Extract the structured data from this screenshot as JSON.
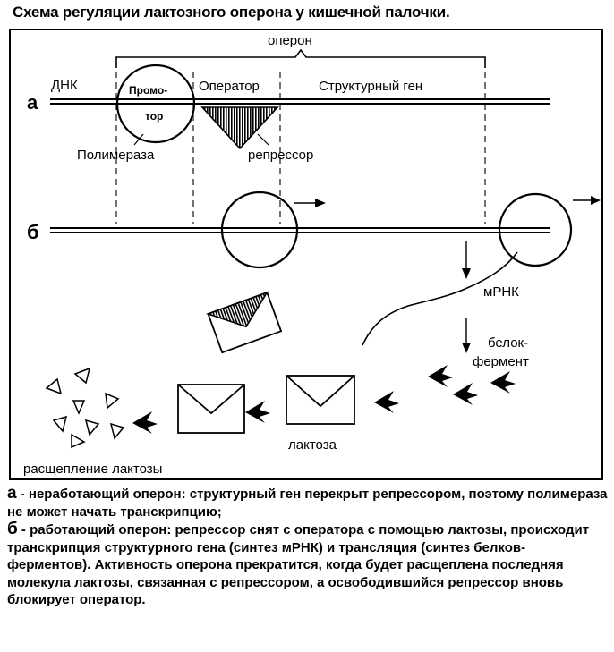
{
  "title": "Схема регуляции лактозного оперона у кишечной  палочки.",
  "diagram": {
    "operon_label": "оперон",
    "dna_label": "ДНК",
    "row_a_marker": "а",
    "row_b_marker": "б",
    "promoter_top": "Промо-",
    "promoter_bottom": "тор",
    "operator_label": "Оператор",
    "structural_gene_label": "Структурный ген",
    "polymerase_label": "Полимераза",
    "repressor_label": "репрессор",
    "mrna_label": "мРНК",
    "protein_label_1": "белок-",
    "protein_label_2": "фермент",
    "lactose_label": "лактоза",
    "lactose_splitting_label": "расщепление лактозы"
  },
  "caption": {
    "a_marker": "а",
    "a_text": " - неработающий оперон: структурный ген перекрыт репрессором, поэтому полимераза не может начать транскрипцию;",
    "b_marker": "б",
    "b_text": " - работающий оперон: репрессор снят с оператора с помощью лактозы, происходит транскрипция структурного гена (синтез мРНК) и трансляция (синтез белков-ферментов). Активность оперона прекратится, когда будет расщеплена последняя молекула лактозы, связанная с репрессором, а освободившийся репрессор вновь блокирует оператор."
  }
}
